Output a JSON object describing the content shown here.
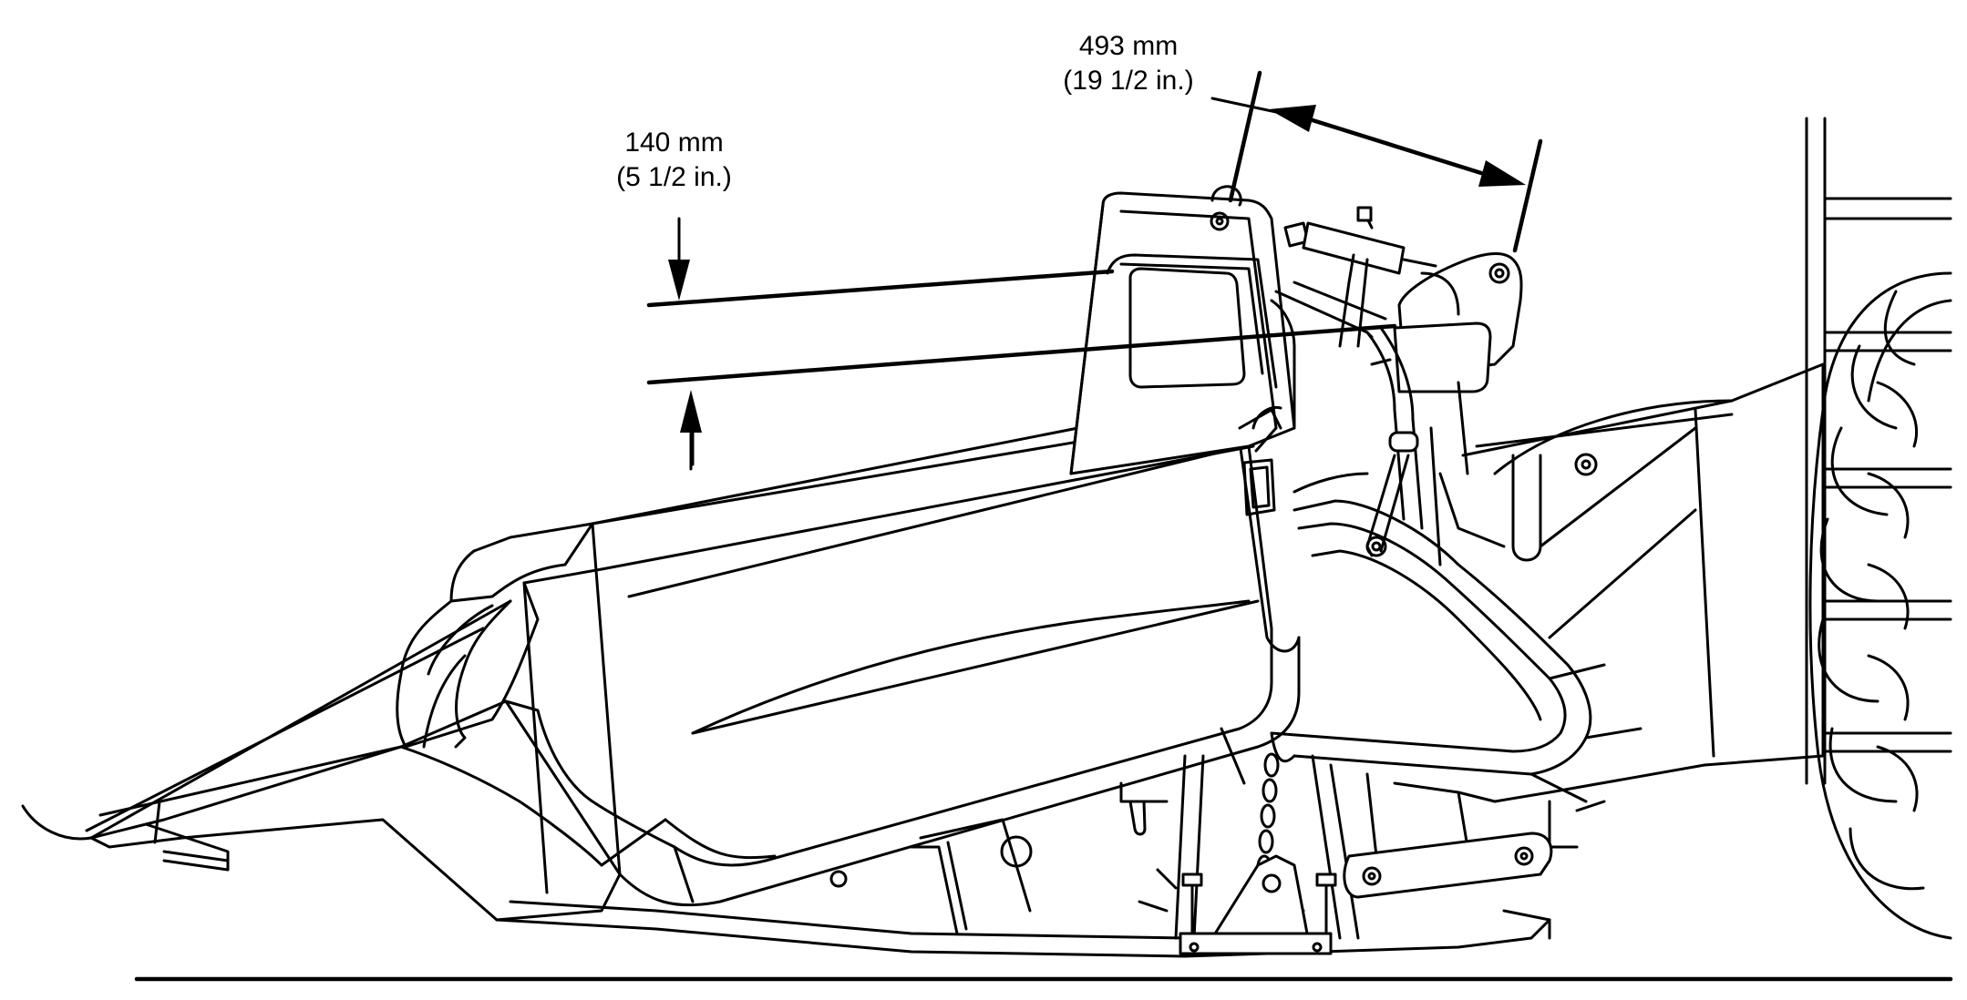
{
  "dimensions": {
    "height": {
      "metric": "140 mm",
      "imperial": "(5 1/2 in.)"
    },
    "length": {
      "metric": "493 mm",
      "imperial": "(19 1/2 in.)"
    }
  },
  "colors": {
    "line": "#000000",
    "background": "#ffffff"
  }
}
